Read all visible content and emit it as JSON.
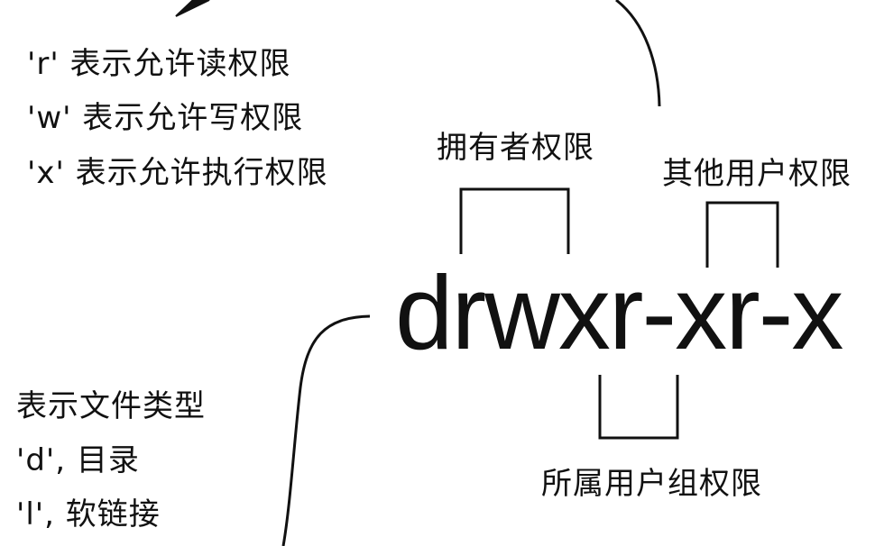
{
  "legend_perms": {
    "line1": "'r' 表示允许读权限",
    "line2": "'w' 表示允许写权限",
    "line3": "'x' 表示允许执行权限"
  },
  "labels": {
    "owner": "拥有者权限",
    "others": "其他用户权限",
    "group": "所属用户组权限"
  },
  "permission_string": "drwxr-xr-x",
  "legend_type": {
    "title": "表示文件类型",
    "item1": "'d', 目录",
    "item2": "'l', 软链接"
  }
}
